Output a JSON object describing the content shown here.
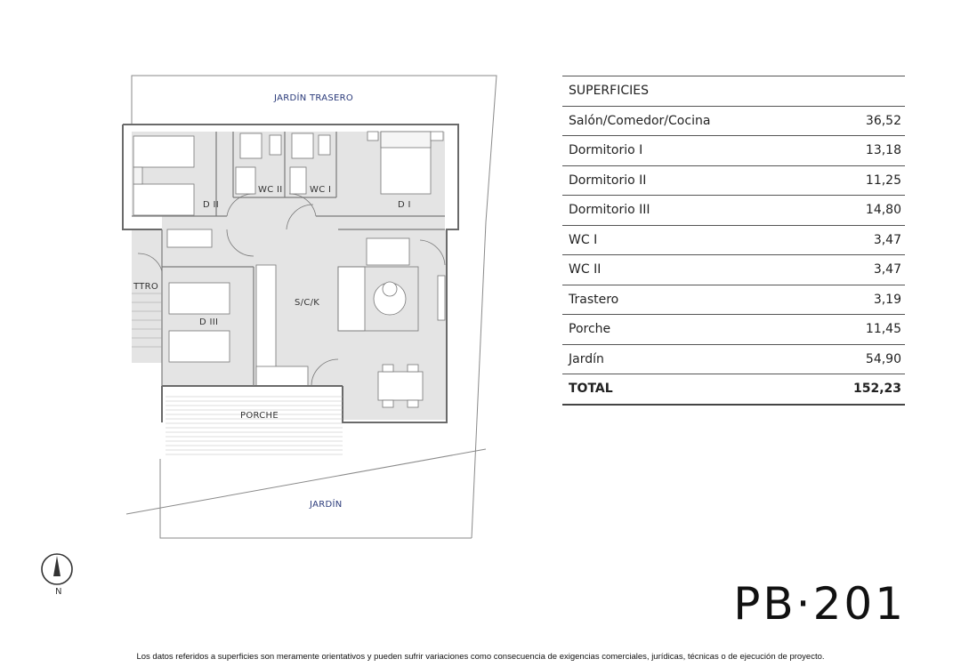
{
  "plan": {
    "labels": {
      "jardin_trasero": "JARDÍN TRASERO",
      "d2": "D II",
      "wc2": "WC II",
      "wc1": "WC I",
      "d1": "D I",
      "ttro": "TTRO",
      "d3": "D III",
      "sck": "S/C/K",
      "porche": "PORCHE",
      "jardin": "JARDÍN"
    },
    "compass": {
      "letter": "N"
    }
  },
  "superficies": {
    "header": "SUPERFICIES",
    "rows": [
      {
        "name": "Salón/Comedor/Cocina",
        "value": "36,52"
      },
      {
        "name": "Dormitorio I",
        "value": "13,18"
      },
      {
        "name": "Dormitorio II",
        "value": "11,25"
      },
      {
        "name": "Dormitorio III",
        "value": "14,80"
      },
      {
        "name": "WC I",
        "value": "3,47"
      },
      {
        "name": "WC II",
        "value": "3,47"
      },
      {
        "name": "Trastero",
        "value": "3,19"
      },
      {
        "name": "Porche",
        "value": "11,45"
      },
      {
        "name": "Jardín",
        "value": "54,90"
      }
    ],
    "total": {
      "name": "TOTAL",
      "value": "152,23"
    }
  },
  "title_code": "PB·201",
  "disclaimer": "Los datos referidos a superficies son meramente orientativos y pueden sufrir variaciones como consecuencia de exigencias comerciales, jurídicas, técnicas o de ejecución de proyecto."
}
